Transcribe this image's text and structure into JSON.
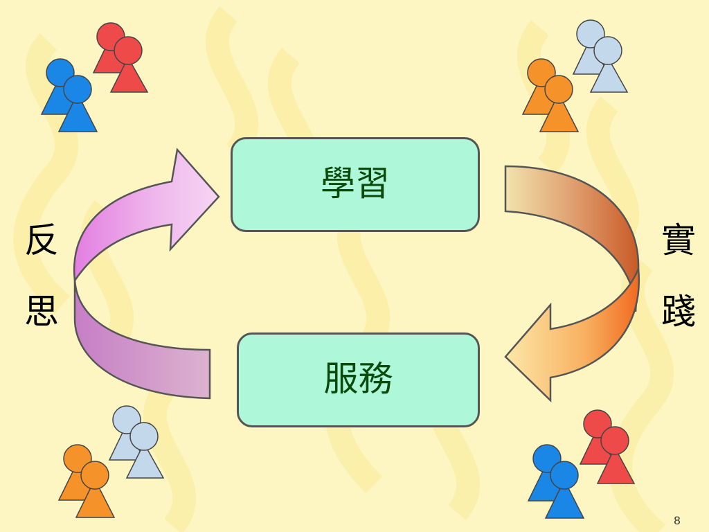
{
  "diagram": {
    "top_box": "學習",
    "bottom_box": "服務",
    "left_label": [
      "反",
      "思"
    ],
    "right_label": [
      "實",
      "踐"
    ]
  },
  "page_number": "8",
  "icons": {
    "people_groups": [
      "people-group-icon",
      "people-group-icon",
      "people-group-icon",
      "people-group-icon"
    ],
    "arrows": [
      "curved-arrow-icon",
      "curved-arrow-icon"
    ]
  },
  "colors": {
    "background": "#fdf6c3",
    "box_fill": "#aef7d8",
    "box_border": "#555555",
    "box_text": "#0c4a0c",
    "person_red": "#ee4a4a",
    "person_blue": "#1a86e6",
    "person_orange": "#f5922a",
    "person_lightblue": "#c4d8ec",
    "left_arrow": "#e28ee0",
    "right_arrow": "#f07a2a"
  }
}
